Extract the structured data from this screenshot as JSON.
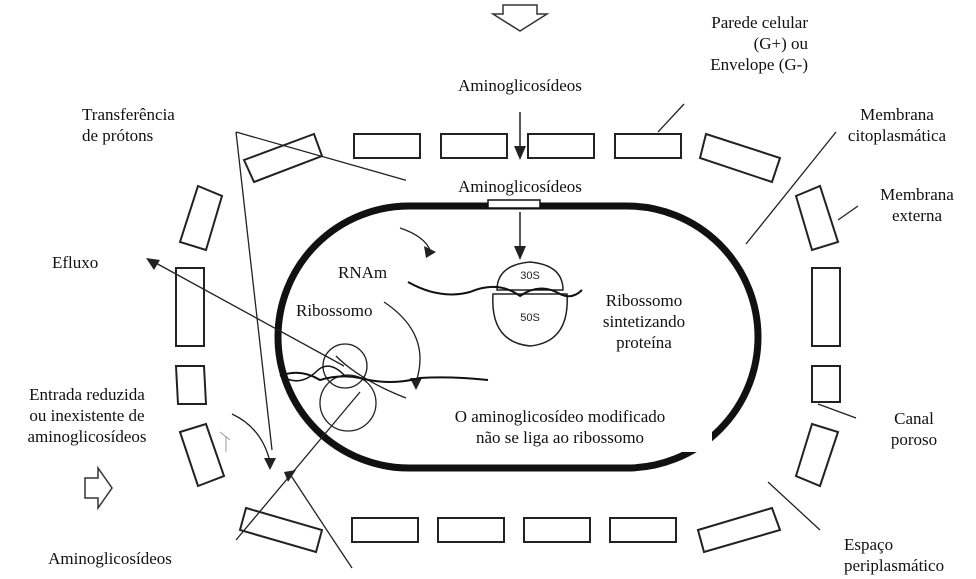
{
  "labels": {
    "cell_wall": "Parede celular\n(G+) ou\nEnvelope (G-)",
    "aminoglycosides_top": "Aminoglicosídeos",
    "aminoglycosides_mid": "Aminoglicosídeos",
    "aminoglycosides_bottom": "Aminoglicosídeos",
    "proton_transfer": "Transferência\nde prótons",
    "cytoplasmic_membrane": "Membrana\ncitoplasmática",
    "outer_membrane": "Membrana\nexterna",
    "efflux": "Efluxo",
    "mrna": "RNAm",
    "ribosome": "Ribossomo",
    "ribosome_synthesizing": "Ribossomo\nsintetizando\nproteína",
    "reduced_entry": "Entrada reduzida\nou inexistente de\naminoglicosídeos",
    "modified_aminoglycoside": "O aminoglicosídeo modificado\nnão se liga ao ribossomo",
    "porin_channel": "Canal\nporoso",
    "periplasmic_space": "Espaço\nperiplasmático",
    "subunit_30s": "30S",
    "subunit_50s": "50S"
  }
}
